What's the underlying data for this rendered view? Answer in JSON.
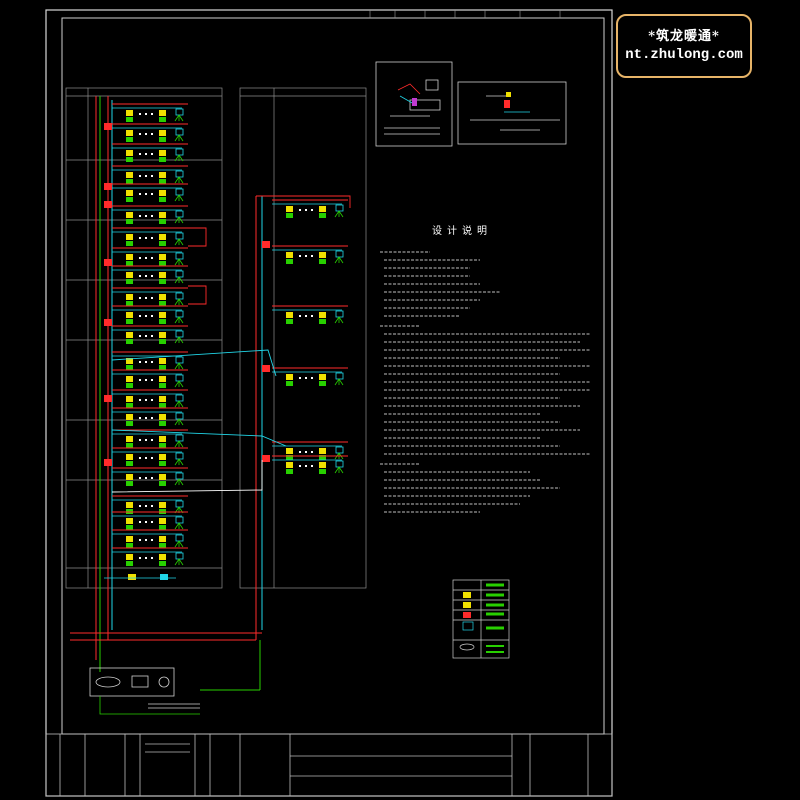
{
  "watermark": {
    "line1": "*筑龙暖通*",
    "line2": "nt.zhulong.com"
  },
  "design_notes": {
    "title": "设计说明"
  },
  "colors": {
    "frame": "#e0e0e0",
    "pipe_red": "#ff2b2b",
    "pipe_cyan": "#21d6e8",
    "unit_yellow": "#f0e000",
    "unit_green": "#28d000",
    "table_line": "#9a9a9a",
    "watermark_border": "#e7b468"
  }
}
